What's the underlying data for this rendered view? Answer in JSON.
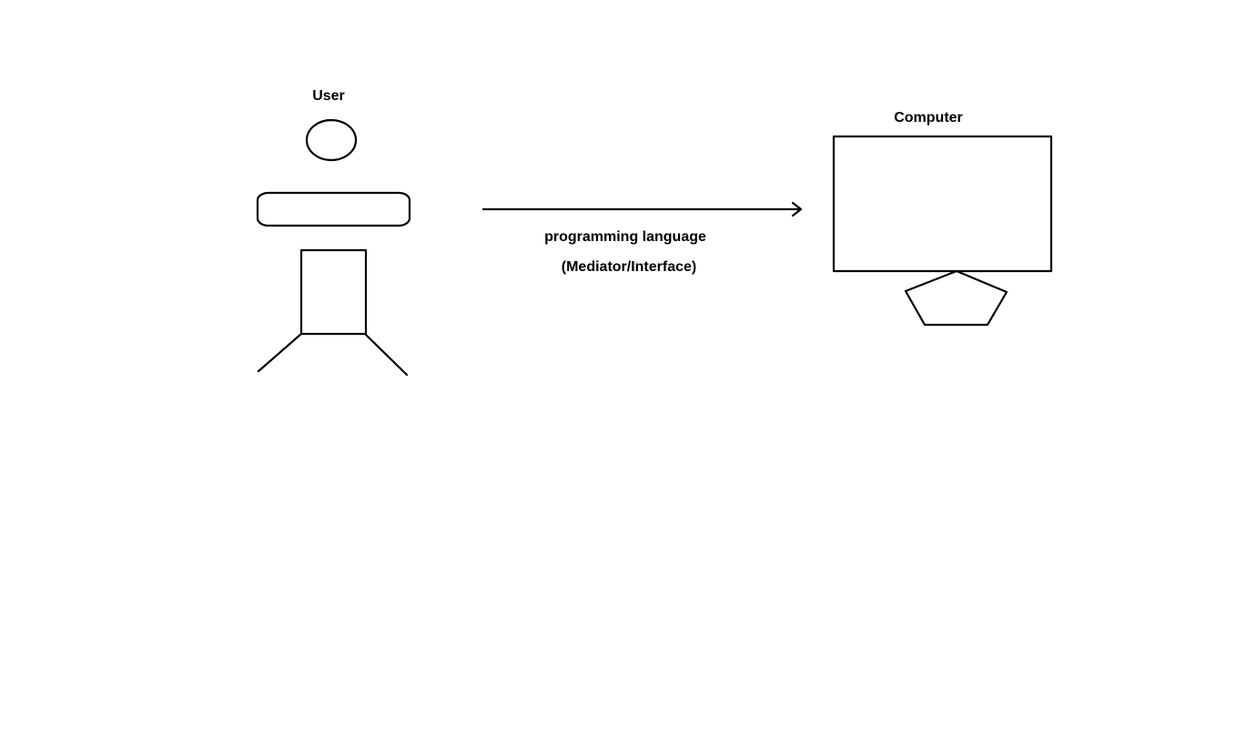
{
  "diagram": {
    "user_label": "User",
    "computer_label": "Computer",
    "arrow_label_line1": "programming language",
    "arrow_label_line2": "(Mediator/Interface)"
  },
  "colors": {
    "background": "#ffffff",
    "ink": "#000000"
  }
}
